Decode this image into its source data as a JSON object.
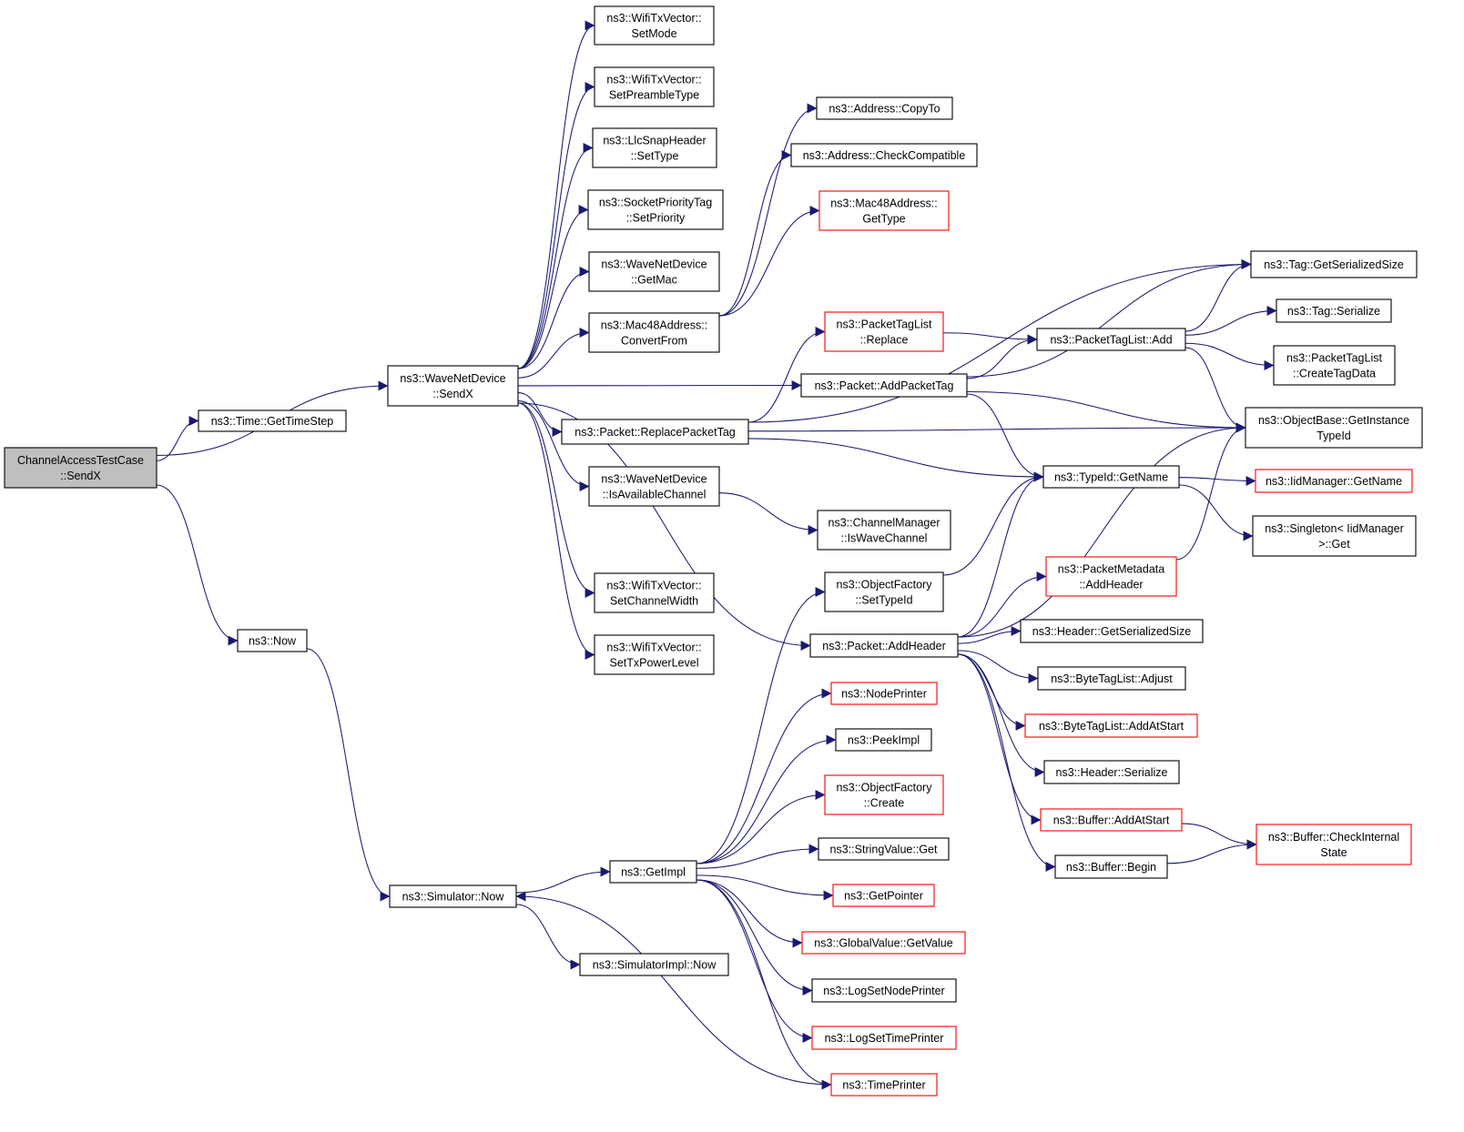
{
  "colors": {
    "edge": "#191970",
    "node_border": "#000000",
    "node_border_external": "#ff0000",
    "root_fill": "#bfbfbf",
    "node_fill": "#ffffff"
  },
  "nodes": {
    "root": {
      "lines": [
        "ChannelAccessTestCase",
        "::SendX"
      ],
      "style": "root"
    },
    "time_getstep": {
      "lines": [
        "ns3::Time::GetTimeStep"
      ],
      "style": "normal"
    },
    "now": {
      "lines": [
        "ns3::Now"
      ],
      "style": "normal"
    },
    "wave_sendx": {
      "lines": [
        "ns3::WaveNetDevice",
        "::SendX"
      ],
      "style": "normal"
    },
    "sim_now": {
      "lines": [
        "ns3::Simulator::Now"
      ],
      "style": "normal"
    },
    "wtv_setmode": {
      "lines": [
        "ns3::WifiTxVector::",
        "SetMode"
      ],
      "style": "normal"
    },
    "wtv_preamble": {
      "lines": [
        "ns3::WifiTxVector::",
        "SetPreambleType"
      ],
      "style": "normal"
    },
    "llc_settype": {
      "lines": [
        "ns3::LlcSnapHeader",
        "::SetType"
      ],
      "style": "normal"
    },
    "spt_setpriority": {
      "lines": [
        "ns3::SocketPriorityTag",
        "::SetPriority"
      ],
      "style": "normal"
    },
    "wnd_getmac": {
      "lines": [
        "ns3::WaveNetDevice",
        "::GetMac"
      ],
      "style": "normal"
    },
    "mac48_convert": {
      "lines": [
        "ns3::Mac48Address::",
        "ConvertFrom"
      ],
      "style": "normal"
    },
    "replace_tag": {
      "lines": [
        "ns3::Packet::ReplacePacketTag"
      ],
      "style": "normal"
    },
    "wnd_isavail": {
      "lines": [
        "ns3::WaveNetDevice",
        "::IsAvailableChannel"
      ],
      "style": "normal"
    },
    "wtv_chwidth": {
      "lines": [
        "ns3::WifiTxVector::",
        "SetChannelWidth"
      ],
      "style": "normal"
    },
    "wtv_txpower": {
      "lines": [
        "ns3::WifiTxVector::",
        "SetTxPowerLevel"
      ],
      "style": "normal"
    },
    "getimpl": {
      "lines": [
        "ns3::GetImpl"
      ],
      "style": "normal"
    },
    "simimpl_now": {
      "lines": [
        "ns3::SimulatorImpl::Now"
      ],
      "style": "normal"
    },
    "addr_copyto": {
      "lines": [
        "ns3::Address::CopyTo"
      ],
      "style": "normal"
    },
    "addr_check": {
      "lines": [
        "ns3::Address::CheckCompatible"
      ],
      "style": "normal"
    },
    "mac48_gettype": {
      "lines": [
        "ns3::Mac48Address::",
        "GetType"
      ],
      "style": "external"
    },
    "ptl_replace": {
      "lines": [
        "ns3::PacketTagList",
        "::Replace"
      ],
      "style": "external"
    },
    "add_packet_tag": {
      "lines": [
        "ns3::Packet::AddPacketTag"
      ],
      "style": "normal"
    },
    "cm_iswave": {
      "lines": [
        "ns3::ChannelManager",
        "::IsWaveChannel"
      ],
      "style": "normal"
    },
    "of_settypeid": {
      "lines": [
        "ns3::ObjectFactory",
        "::SetTypeId"
      ],
      "style": "normal"
    },
    "add_header": {
      "lines": [
        "ns3::Packet::AddHeader"
      ],
      "style": "normal"
    },
    "node_printer": {
      "lines": [
        "ns3::NodePrinter"
      ],
      "style": "external"
    },
    "peek_impl": {
      "lines": [
        "ns3::PeekImpl"
      ],
      "style": "normal"
    },
    "of_create": {
      "lines": [
        "ns3::ObjectFactory",
        "::Create"
      ],
      "style": "external"
    },
    "sv_get": {
      "lines": [
        "ns3::StringValue::Get"
      ],
      "style": "normal"
    },
    "get_pointer": {
      "lines": [
        "ns3::GetPointer"
      ],
      "style": "external"
    },
    "gv_getvalue": {
      "lines": [
        "ns3::GlobalValue::GetValue"
      ],
      "style": "external"
    },
    "log_node": {
      "lines": [
        "ns3::LogSetNodePrinter"
      ],
      "style": "normal"
    },
    "log_time": {
      "lines": [
        "ns3::LogSetTimePrinter"
      ],
      "style": "external"
    },
    "time_printer": {
      "lines": [
        "ns3::TimePrinter"
      ],
      "style": "external"
    },
    "ptl_add": {
      "lines": [
        "ns3::PacketTagList::Add"
      ],
      "style": "normal"
    },
    "typeid_getname": {
      "lines": [
        "ns3::TypeId::GetName"
      ],
      "style": "normal"
    },
    "pm_addheader": {
      "lines": [
        "ns3::PacketMetadata",
        "::AddHeader"
      ],
      "style": "external"
    },
    "hdr_getsize": {
      "lines": [
        "ns3::Header::GetSerializedSize"
      ],
      "style": "normal"
    },
    "btl_adjust": {
      "lines": [
        "ns3::ByteTagList::Adjust"
      ],
      "style": "normal"
    },
    "btl_addatstart": {
      "lines": [
        "ns3::ByteTagList::AddAtStart"
      ],
      "style": "external"
    },
    "hdr_serialize": {
      "lines": [
        "ns3::Header::Serialize"
      ],
      "style": "normal"
    },
    "buf_addatstart": {
      "lines": [
        "ns3::Buffer::AddAtStart"
      ],
      "style": "external"
    },
    "buf_begin": {
      "lines": [
        "ns3::Buffer::Begin"
      ],
      "style": "normal"
    },
    "tag_getsize": {
      "lines": [
        "ns3::Tag::GetSerializedSize"
      ],
      "style": "normal"
    },
    "tag_serialize": {
      "lines": [
        "ns3::Tag::Serialize"
      ],
      "style": "normal"
    },
    "ptl_createtag": {
      "lines": [
        "ns3::PacketTagList",
        "::CreateTagData"
      ],
      "style": "normal"
    },
    "ob_getinstance": {
      "lines": [
        "ns3::ObjectBase::GetInstance",
        "TypeId"
      ],
      "style": "normal"
    },
    "iid_getname": {
      "lines": [
        "ns3::IidManager::GetName"
      ],
      "style": "external"
    },
    "singleton_get": {
      "lines": [
        "ns3::Singleton< IidManager",
        ">::Get"
      ],
      "style": "normal"
    },
    "buf_checkinternal": {
      "lines": [
        "ns3::Buffer::CheckInternal",
        "State"
      ],
      "style": "external"
    }
  },
  "edges": [
    [
      "root",
      "time_getstep"
    ],
    [
      "root",
      "wave_sendx"
    ],
    [
      "root",
      "now"
    ],
    [
      "now",
      "sim_now"
    ],
    [
      "wave_sendx",
      "wtv_setmode"
    ],
    [
      "wave_sendx",
      "wtv_preamble"
    ],
    [
      "wave_sendx",
      "llc_settype"
    ],
    [
      "wave_sendx",
      "spt_setpriority"
    ],
    [
      "wave_sendx",
      "wnd_getmac"
    ],
    [
      "wave_sendx",
      "mac48_convert"
    ],
    [
      "wave_sendx",
      "add_packet_tag"
    ],
    [
      "wave_sendx",
      "replace_tag"
    ],
    [
      "wave_sendx",
      "wnd_isavail"
    ],
    [
      "wave_sendx",
      "add_header"
    ],
    [
      "wave_sendx",
      "wtv_chwidth"
    ],
    [
      "wave_sendx",
      "wtv_txpower"
    ],
    [
      "mac48_convert",
      "addr_copyto"
    ],
    [
      "mac48_convert",
      "addr_check"
    ],
    [
      "mac48_convert",
      "mac48_gettype"
    ],
    [
      "replace_tag",
      "ptl_replace"
    ],
    [
      "replace_tag",
      "tag_getsize"
    ],
    [
      "replace_tag",
      "ob_getinstance"
    ],
    [
      "replace_tag",
      "typeid_getname"
    ],
    [
      "ptl_replace",
      "ptl_add"
    ],
    [
      "add_packet_tag",
      "tag_getsize"
    ],
    [
      "add_packet_tag",
      "ptl_add"
    ],
    [
      "add_packet_tag",
      "ob_getinstance"
    ],
    [
      "add_packet_tag",
      "typeid_getname"
    ],
    [
      "ptl_add",
      "tag_getsize"
    ],
    [
      "ptl_add",
      "tag_serialize"
    ],
    [
      "ptl_add",
      "ptl_createtag"
    ],
    [
      "ptl_add",
      "ob_getinstance"
    ],
    [
      "wnd_isavail",
      "cm_iswave"
    ],
    [
      "of_settypeid",
      "typeid_getname"
    ],
    [
      "typeid_getname",
      "iid_getname"
    ],
    [
      "typeid_getname",
      "singleton_get"
    ],
    [
      "pm_addheader",
      "ob_getinstance"
    ],
    [
      "add_header",
      "pm_addheader"
    ],
    [
      "add_header",
      "hdr_getsize"
    ],
    [
      "add_header",
      "btl_adjust"
    ],
    [
      "add_header",
      "btl_addatstart"
    ],
    [
      "add_header",
      "hdr_serialize"
    ],
    [
      "add_header",
      "buf_addatstart"
    ],
    [
      "add_header",
      "buf_begin"
    ],
    [
      "add_header",
      "typeid_getname"
    ],
    [
      "add_header",
      "ob_getinstance"
    ],
    [
      "buf_addatstart",
      "buf_checkinternal"
    ],
    [
      "buf_begin",
      "buf_checkinternal"
    ],
    [
      "sim_now",
      "getimpl"
    ],
    [
      "sim_now",
      "simimpl_now"
    ],
    [
      "getimpl",
      "of_settypeid"
    ],
    [
      "getimpl",
      "node_printer"
    ],
    [
      "getimpl",
      "peek_impl"
    ],
    [
      "getimpl",
      "of_create"
    ],
    [
      "getimpl",
      "sv_get"
    ],
    [
      "getimpl",
      "get_pointer"
    ],
    [
      "getimpl",
      "gv_getvalue"
    ],
    [
      "getimpl",
      "log_node"
    ],
    [
      "getimpl",
      "log_time"
    ],
    [
      "getimpl",
      "time_printer"
    ],
    [
      "time_printer",
      "sim_now"
    ]
  ]
}
